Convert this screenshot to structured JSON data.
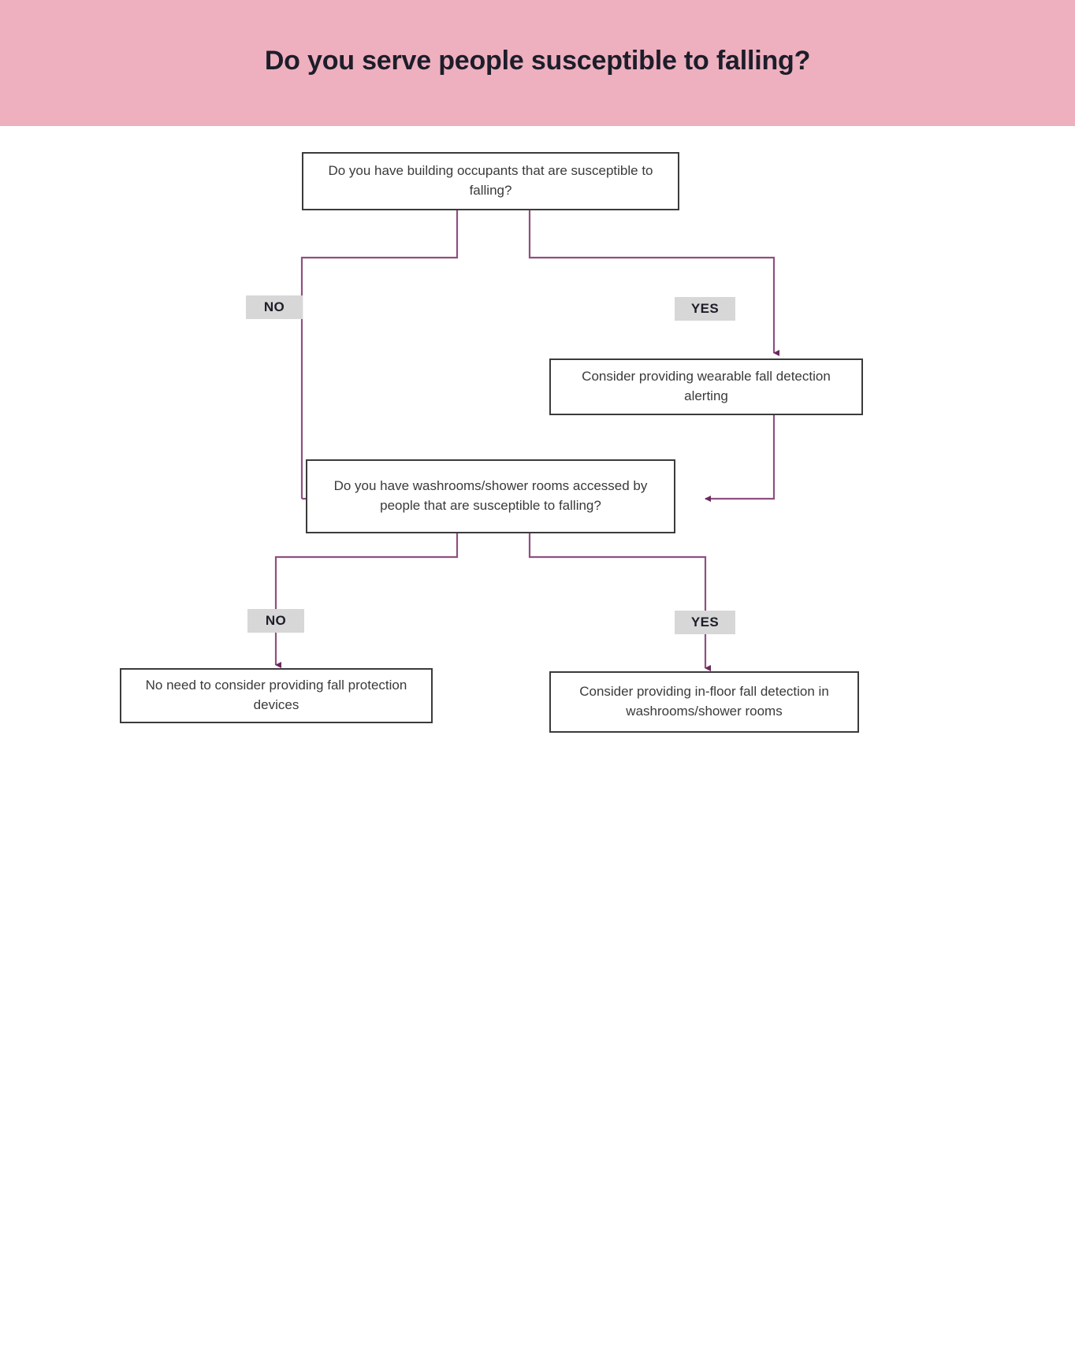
{
  "header": {
    "title": "Do you serve people susceptible to falling?",
    "background_color": "#eeb0be",
    "text_color": "#1d1d2b"
  },
  "theme": {
    "page_background": "#ffffff",
    "box_border_color": "#3b3b3b",
    "box_fill_color": "#ffffff",
    "box_text_color": "#3a3a3a",
    "connector_color": "#8f5080",
    "arrowhead_color": "#6b2a5b",
    "chip_background": "#d7d7d7",
    "chip_text_color": "#1d1d2b"
  },
  "flowchart": {
    "type": "decision-tree",
    "nodes": [
      {
        "id": "q1",
        "kind": "decision",
        "text": "Do you have building occupants that are susceptible to falling?"
      },
      {
        "id": "a1",
        "kind": "action",
        "text": "Consider providing wearable fall detection alerting"
      },
      {
        "id": "q2",
        "kind": "decision",
        "text": "Do you have washrooms/shower rooms accessed by people that are susceptible to falling?"
      },
      {
        "id": "a2",
        "kind": "outcome",
        "text": "No need to consider providing fall protection devices"
      },
      {
        "id": "a3",
        "kind": "outcome",
        "text": "Consider providing in-floor fall detection in washrooms/shower rooms"
      }
    ],
    "edges": [
      {
        "id": "e1",
        "from": "q1",
        "to": "q2",
        "label": "NO"
      },
      {
        "id": "e2",
        "from": "q1",
        "to": "a1",
        "label": "YES"
      },
      {
        "id": "e3",
        "from": "a1",
        "to": "q2",
        "label": ""
      },
      {
        "id": "e4",
        "from": "q2",
        "to": "a2",
        "label": "NO"
      },
      {
        "id": "e5",
        "from": "q2",
        "to": "a3",
        "label": "YES"
      }
    ],
    "labels": {
      "no_upper": "NO",
      "yes_upper": "YES",
      "no_lower": "NO",
      "yes_lower": "YES"
    }
  }
}
